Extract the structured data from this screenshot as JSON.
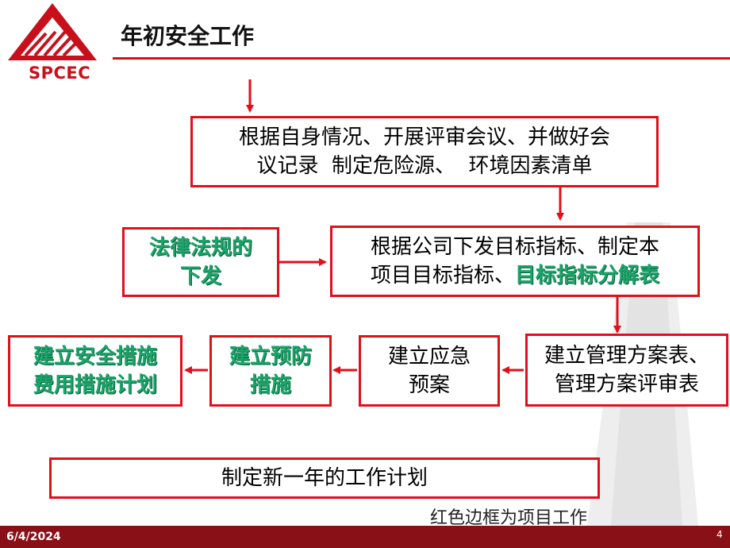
{
  "header": {
    "title": "年初安全工作",
    "logo_text": "SPCEC"
  },
  "boxes": {
    "b1_line1": "根据自身情况、开展评审会议、并做好会",
    "b1_line2": "议记录  制定危险源、  环境因素清单",
    "b2_line1": "法律法规的",
    "b2_line2": "下发",
    "b3_line1": "根据公司下发目标指标、制定本",
    "b3_line2a": "项目目标指标、",
    "b3_line2b": "目标指标分解表",
    "b4_line1": "建立管理方案表、",
    "b4_line2": "管理方案评审表",
    "b5_line1": "建立应急",
    "b5_line2": "预案",
    "b6_line1": "建立预防",
    "b6_line2": "措施",
    "b7_line1": "建立安全措施",
    "b7_line2": "费用措施计划",
    "b8": "制定新一年的工作计划"
  },
  "note": "红色边框为项目工作",
  "footer": {
    "date": "6/4/2024",
    "page": "4"
  },
  "colors": {
    "accent": "#e0101a",
    "green_text": "#1aa56a",
    "footer": "#8a1018"
  }
}
